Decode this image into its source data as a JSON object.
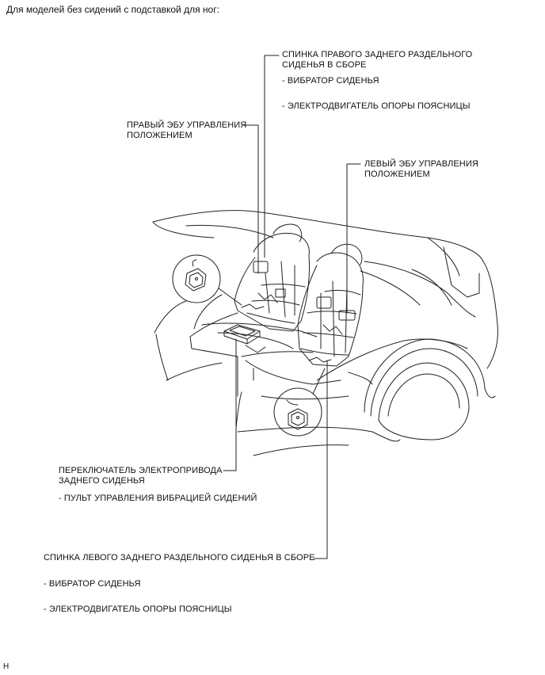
{
  "header": "Для моделей без сидений с подставкой для ног:",
  "callouts": {
    "right_backrest": {
      "line1": "СПИНКА ПРАВОГО ЗАДНЕГО РАЗДЕЛЬНОГО",
      "line2": "СИДЕНЬЯ В СБОРЕ",
      "items": [
        "- ВИБРАТОР СИДЕНЬЯ",
        "- ЭЛЕКТРОДВИГАТЕЛЬ ОПОРЫ ПОЯСНИЦЫ"
      ]
    },
    "right_ecu": {
      "line1": "ПРАВЫЙ ЭБУ УПРАВЛЕНИЯ",
      "line2": "ПОЛОЖЕНИЕМ"
    },
    "left_ecu": {
      "line1": "ЛЕВЫЙ ЭБУ УПРАВЛЕНИЯ",
      "line2": "ПОЛОЖЕНИЕМ"
    },
    "switch": {
      "line1": "ПЕРЕКЛЮЧАТЕЛЬ ЭЛЕКТРОПРИВОДА",
      "line2": "ЗАДНЕГО СИДЕНЬЯ",
      "items": [
        "- ПУЛЬТ УПРАВЛЕНИЯ ВИБРАЦИЕЙ СИДЕНИЙ"
      ]
    },
    "left_backrest": {
      "line1": "СПИНКА ЛЕВОГО ЗАДНЕГО РАЗДЕЛЬНОГО СИДЕНЬЯ В СБОРЕ",
      "items": [
        "- ВИБРАТОР СИДЕНЬЯ",
        "- ЭЛЕКТРОДВИГАТЕЛЬ ОПОРЫ ПОЯСНИЦЫ"
      ]
    }
  },
  "footer": "H"
}
